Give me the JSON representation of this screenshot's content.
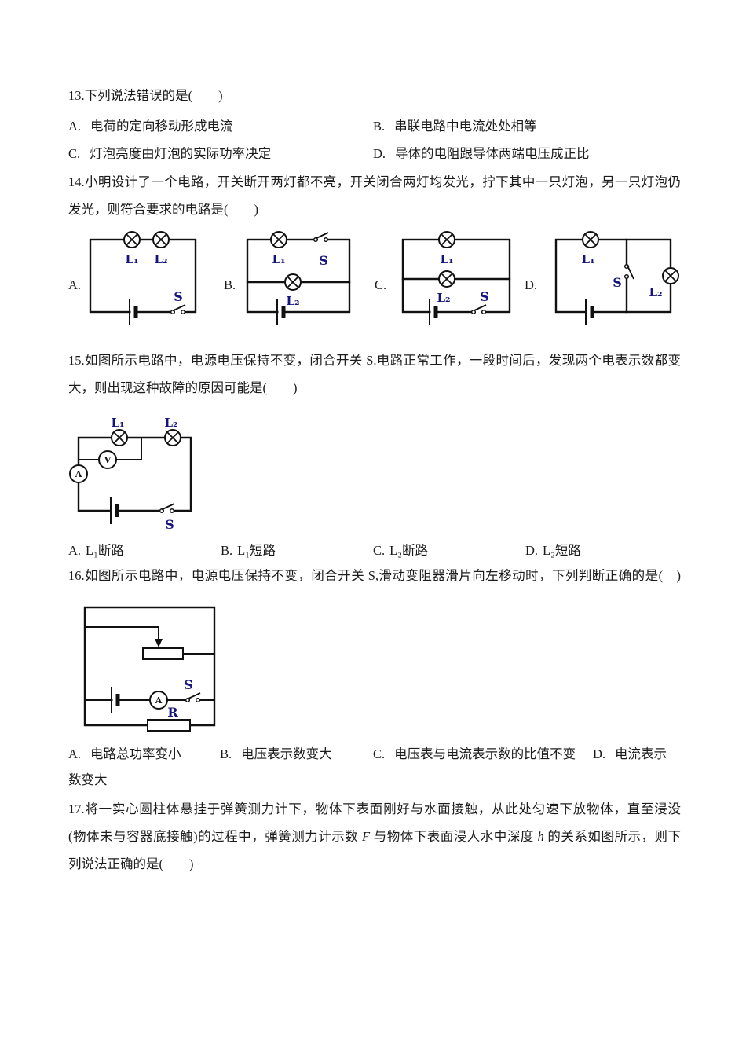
{
  "sym": {
    "L1": "L₁",
    "L2": "L₂",
    "S": "S",
    "R": "R",
    "A": "A",
    "V": "V"
  },
  "q13": {
    "stem": "13.下列说法错误的是(　　)",
    "options": [
      {
        "label": "A.",
        "text": "电荷的定向移动形成电流"
      },
      {
        "label": "B.",
        "text": "串联电路中电流处处相等"
      },
      {
        "label": "C.",
        "text": "灯泡亮度由灯泡的实际功率决定"
      },
      {
        "label": "D.",
        "text": "导体的电阻跟导体两端电压成正比"
      }
    ]
  },
  "q14": {
    "line1": "14.小明设计了一个电路，开关断开两灯都不亮，开关闭合两灯均发光，拧下其中一只灯泡，另一只灯泡仍",
    "line2": "发光，则符合要求的电路是(　　)",
    "circuit_labels": [
      "A.",
      "B.",
      "C.",
      "D."
    ]
  },
  "q15": {
    "line1": "15.如图所示电路中，电源电压保持不变，闭合开关 S.电路正常工作，一段时间后，发现两个电表示数都变",
    "line2": "大，则出现这种故障的原因可能是(　　)",
    "options": [
      {
        "label": "A.",
        "text": "L₁断路"
      },
      {
        "label": "B.",
        "text": "L₁短路"
      },
      {
        "label": "C.",
        "text": "L₂断路"
      },
      {
        "label": "D.",
        "text": "L₂短路"
      }
    ]
  },
  "q16": {
    "stem": "16.如图所示电路中，电源电压保持不变，闭合开关 S,滑动变阻器滑片向左移动时，下列判断正确的是(　)",
    "options": [
      {
        "label": "A.",
        "text": "电路总功率变小"
      },
      {
        "label": "B.",
        "text": "电压表示数变大"
      },
      {
        "label": "C.",
        "text": "电压表与电流表示数的比值不变"
      },
      {
        "label": "D.",
        "text": "电流表示"
      }
    ],
    "wrap": "数变大"
  },
  "q17": {
    "line1": "17.将一实心圆柱体悬挂于弹簧测力计下，物体下表面刚好与水面接触，从此处匀速下放物体，直至浸没",
    "line2a": "(物体未与容器底接触)的过程中，弹簧测力计示数 ",
    "line2b": "F",
    "line2c": " 与物体下表面浸人水中深度 ",
    "line2d": "h",
    "line2e": " 的关系如图所示，则下",
    "line3": "列说法正确的是(　　)"
  }
}
